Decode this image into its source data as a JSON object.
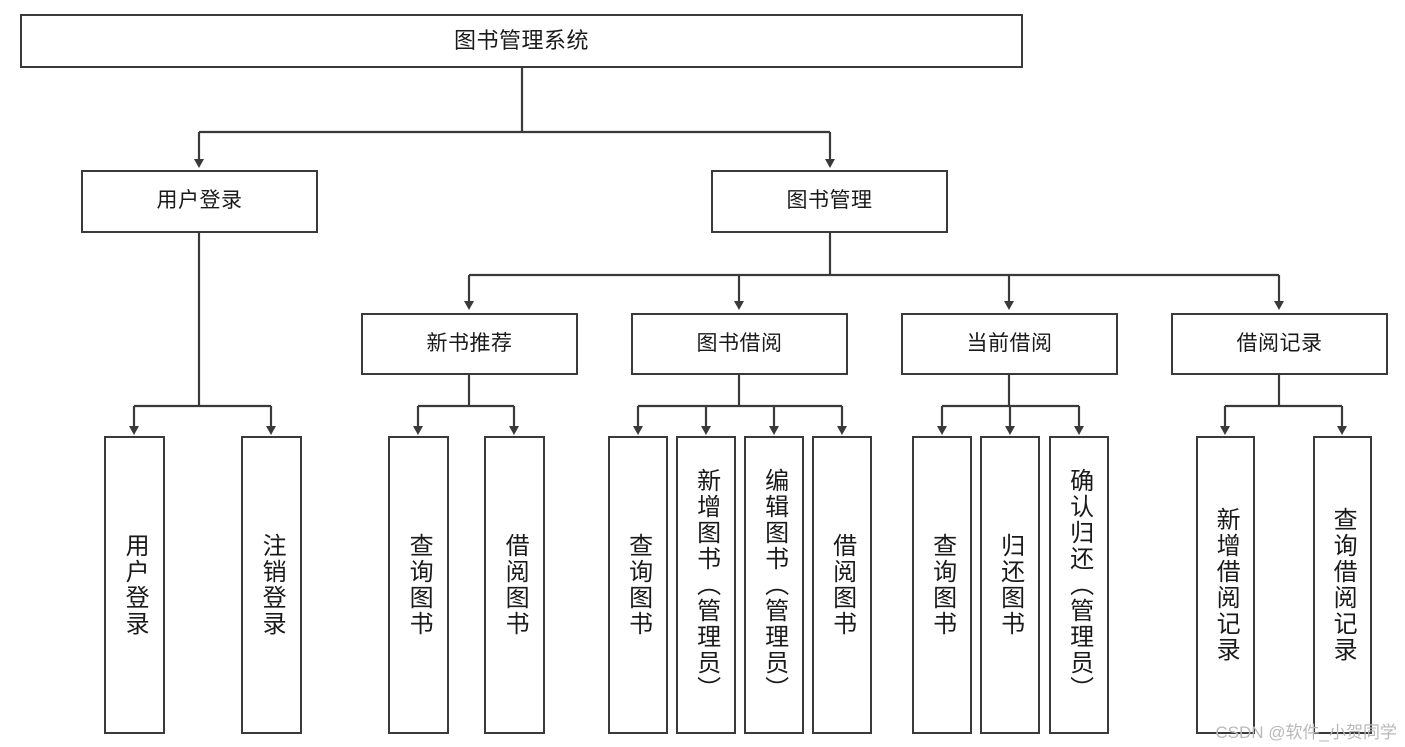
{
  "diagram": {
    "title": "图书管理系统",
    "type": "tree",
    "root": {
      "label": "图书管理系统"
    },
    "level2": [
      {
        "label": "用户登录"
      },
      {
        "label": "图书管理"
      }
    ],
    "level3": [
      {
        "label": "新书推荐"
      },
      {
        "label": "图书借阅"
      },
      {
        "label": "当前借阅"
      },
      {
        "label": "借阅记录"
      }
    ],
    "leaves": {
      "user_login": [
        {
          "label": "用户登录"
        },
        {
          "label": "注销登录"
        }
      ],
      "new_book_recommend": [
        {
          "label": "查询图书"
        },
        {
          "label": "借阅图书"
        }
      ],
      "book_borrow": [
        {
          "label": "查询图书"
        },
        {
          "label": "新增图书（管理员）"
        },
        {
          "label": "编辑图书（管理员）"
        },
        {
          "label": "借阅图书"
        }
      ],
      "current_borrow": [
        {
          "label": "查询图书"
        },
        {
          "label": "归还图书"
        },
        {
          "label": "确认归还（管理员）"
        }
      ],
      "borrow_record": [
        {
          "label": "新增借阅记录"
        },
        {
          "label": "查询借阅记录"
        }
      ]
    }
  },
  "watermark": {
    "text": "CSDN @软件_小贺同学"
  },
  "colors": {
    "box_border": "#3a3a3a",
    "box_fill": "#ffffff",
    "line": "#3a3a3a",
    "text": "#1a1a1a",
    "watermark": "#b9b9b9"
  }
}
